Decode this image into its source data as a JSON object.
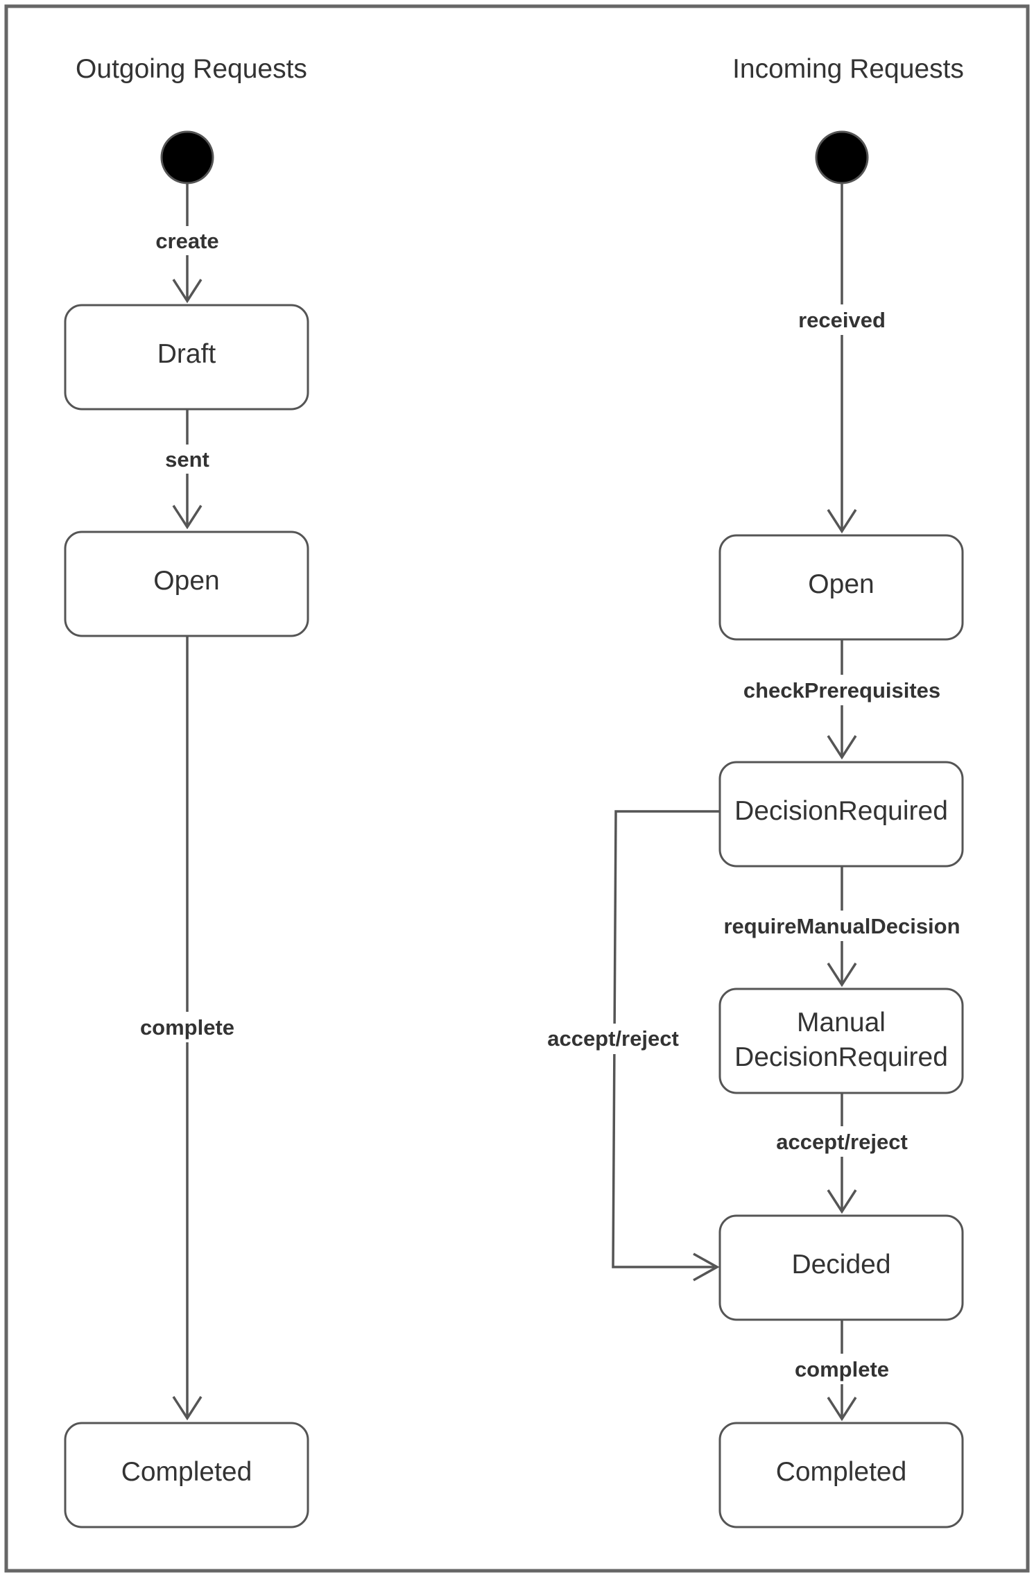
{
  "outgoing": {
    "title": "Outgoing Requests",
    "states": {
      "draft": "Draft",
      "open": "Open",
      "completed": "Completed"
    },
    "transitions": {
      "create": "create",
      "sent": "sent",
      "complete": "complete"
    }
  },
  "incoming": {
    "title": "Incoming Requests",
    "states": {
      "open": "Open",
      "decision_required": "DecisionRequired",
      "manual_line1": "Manual",
      "manual_line2": "DecisionRequired",
      "decided": "Decided",
      "completed": "Completed"
    },
    "transitions": {
      "received": "received",
      "check_prerequisites": "checkPrerequisites",
      "require_manual_decision": "requireManualDecision",
      "accept_reject_manual": "accept/reject",
      "accept_reject_direct": "accept/reject",
      "complete": "complete"
    }
  },
  "colors": {
    "stroke": "#555555",
    "text": "#333333",
    "initial": "#000000",
    "frame": "#666666"
  }
}
